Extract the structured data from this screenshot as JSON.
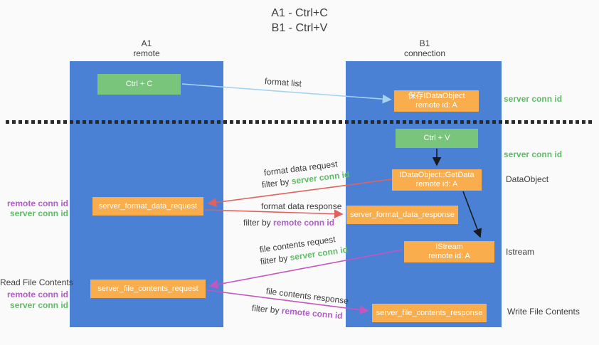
{
  "title": {
    "line1": "A1 - Ctrl+C",
    "line2": "B1 - Ctrl+V"
  },
  "lanes": {
    "a": {
      "name": "A1",
      "role": "remote"
    },
    "b": {
      "name": "B1",
      "role": "connection"
    }
  },
  "nodes": {
    "ctrl_c": {
      "label": "Ctrl + C"
    },
    "save_idataobject": {
      "line1": "保存IDataObject",
      "line2": "remote id: A"
    },
    "ctrl_v": {
      "label": "Ctrl + V"
    },
    "getdata": {
      "line1": "IDataObject::GetData",
      "line2": "remote id: A"
    },
    "format_request": {
      "label": "server_format_data_request"
    },
    "format_response": {
      "label": "server_format_data_response"
    },
    "istream": {
      "line1": "IStream",
      "line2": "remote id: A"
    },
    "file_request": {
      "label": "server_file_contents_request"
    },
    "file_response": {
      "label": "server_file_contents_response"
    }
  },
  "edge_labels": {
    "format_list": "format list",
    "format_data_request": "format data request",
    "format_data_response": "format data response",
    "file_contents_request": "file contents request",
    "file_contents_response": "file contents response",
    "filter_by": "filter by",
    "server_conn_id": "server conn id",
    "remote_conn_id": "remote conn id"
  },
  "annotations": {
    "server_conn_id_top": "server conn id",
    "server_conn_id_mid": "server conn id",
    "dataobject": "DataObject",
    "istream": "Istream",
    "write_file_contents": "Write File Contents",
    "read_file_contents": "Read File Contents",
    "remote_conn_id_a": "remote conn id",
    "server_conn_id_a": "server conn id",
    "remote_conn_id_b": "remote conn id",
    "server_conn_id_b": "server conn id"
  },
  "colors": {
    "lane_blue": "#4b81d5",
    "node_green": "#78c57b",
    "node_orange": "#f9ad4d",
    "green_text": "#5fbc66",
    "purple_text": "#b05ec8",
    "red_arrow": "#e2615e",
    "magenta_arrow": "#c356bf",
    "light_blue_arrow": "#a5d3ef",
    "black_arrow": "#1a1a1a"
  }
}
